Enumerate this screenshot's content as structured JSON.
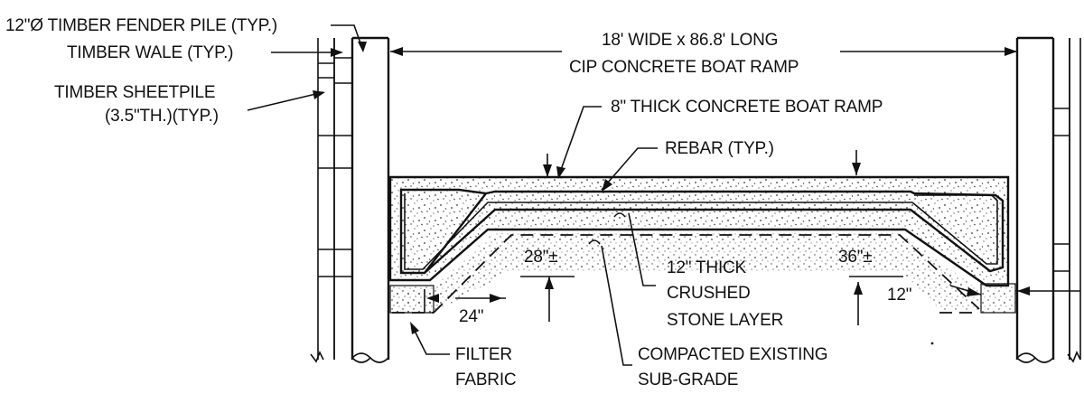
{
  "labels": {
    "fender_pile": "12\"Ø TIMBER FENDER PILE (TYP.)",
    "wale": "TIMBER WALE (TYP.)",
    "sheetpile_1": "TIMBER SHEETPILE",
    "sheetpile_2": "(3.5\"TH.)(TYP.)",
    "ramp_title_1": "18' WIDE x 86.8' LONG",
    "ramp_title_2": "CIP CONCRETE BOAT RAMP",
    "thick_ramp": "8\" THICK CONCRETE BOAT RAMP",
    "rebar": "REBAR (TYP.)",
    "dim_28": "28\"±",
    "dim_36": "36\"±",
    "dim_24": "24\"",
    "dim_12": "12\"",
    "stone_1": "12\" THICK",
    "stone_2": "CRUSHED",
    "stone_3": "STONE LAYER",
    "filter_1": "FILTER",
    "filter_2": "FABRIC",
    "subgrade_1": "COMPACTED EXISTING",
    "subgrade_2": "SUB-GRADE"
  }
}
